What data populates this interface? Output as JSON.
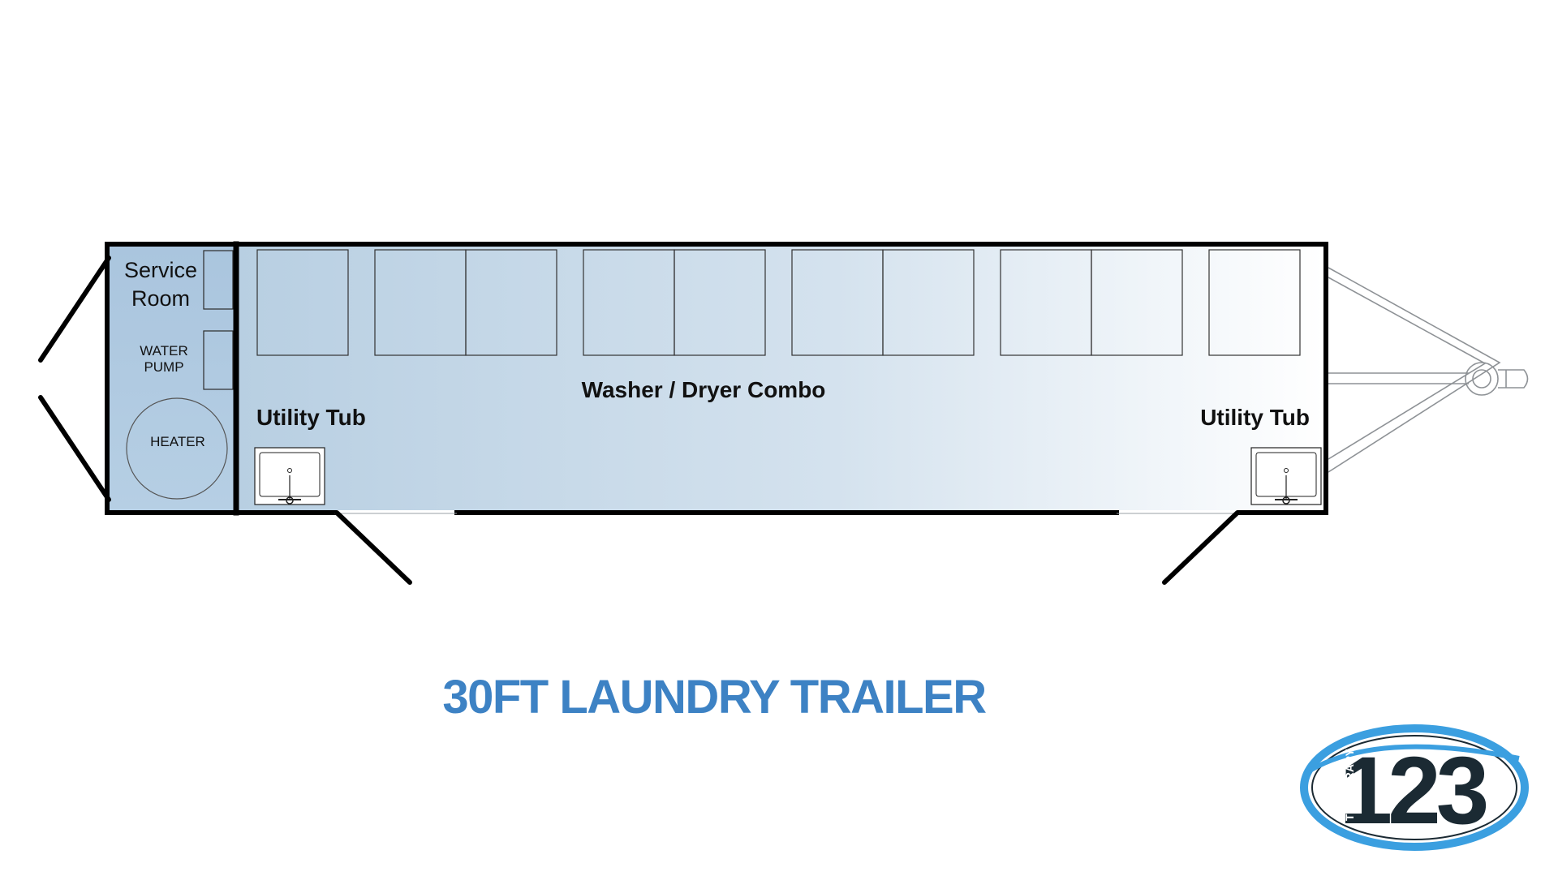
{
  "diagram": {
    "title": "30FT LAUNDRY TRAILER",
    "labels": {
      "service_room_line1": "Service",
      "service_room_line2": "Room",
      "water_pump_line1": "WATER",
      "water_pump_line2": "PUMP",
      "heater": "HEATER",
      "washer_dryer": "Washer / Dryer Combo",
      "utility_tub_left": "Utility Tub",
      "utility_tub_right": "Utility Tub"
    },
    "washer_dryer_units": 10,
    "utility_tubs": 2
  },
  "logo": {
    "number": "123",
    "tagline": "TEMPORARY"
  },
  "colors": {
    "title": "#3d82c4",
    "floor_light_blue": "#b8cfe2",
    "wall": "#000000",
    "logo_ring": "#3b9fe0",
    "logo_text": "#1b2a33"
  }
}
